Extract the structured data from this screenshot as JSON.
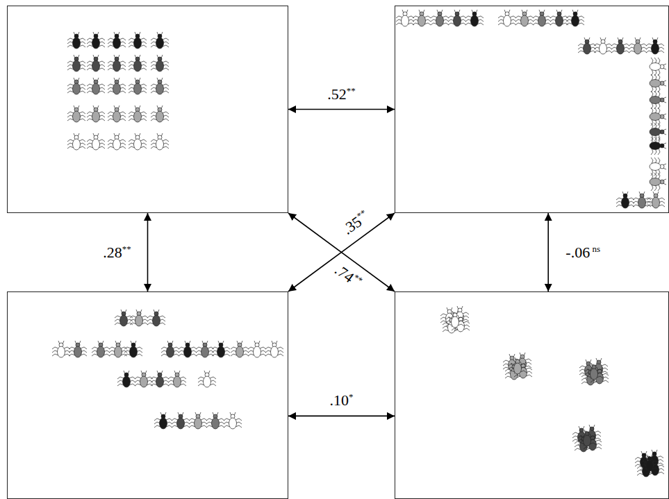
{
  "diagram": {
    "nodes": [
      {
        "text": []
      },
      {
        "text": []
      },
      {
        "text": []
      },
      {
        "text": []
      }
    ],
    "edges": [
      {
        "from": 0,
        "to": 1,
        "arrow": "both",
        "label": ".52**"
      },
      {
        "from": 0,
        "to": 2,
        "arrow": "both",
        "label": ".28**"
      },
      {
        "from": 1,
        "to": 3,
        "arrow": "both",
        "label": "-.06 ns"
      },
      {
        "from": 2,
        "to": 3,
        "arrow": "both",
        "label": ".10*"
      },
      {
        "from": 2,
        "to": 1,
        "arrow": "both",
        "label": ".35**"
      },
      {
        "from": 0,
        "to": 3,
        "arrow": "both",
        "label": ".74**"
      }
    ]
  }
}
